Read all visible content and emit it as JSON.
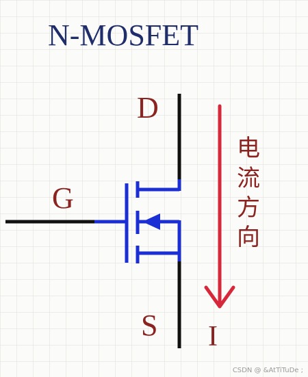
{
  "title": "N-MOSFET",
  "terminals": {
    "drain": "D",
    "gate": "G",
    "source": "S"
  },
  "current": {
    "direction_label": [
      "电",
      "流",
      "方",
      "向"
    ],
    "symbol": "I"
  },
  "watermark": "CSDN @ &AtTiTuDe ;",
  "colors": {
    "title": "#1f2d6b",
    "label": "#8b2320",
    "mosfet_body": "#1c2fd4",
    "lead_wire": "#111111",
    "arrow": "#d6283a"
  }
}
